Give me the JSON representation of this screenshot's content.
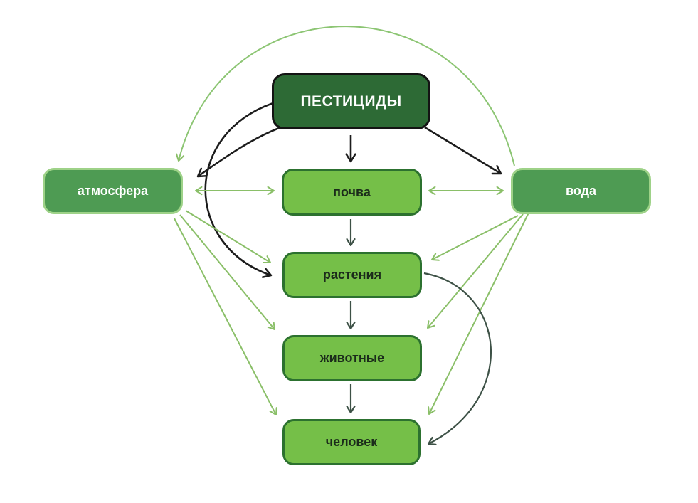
{
  "diagram": {
    "nodes": {
      "pesticides": {
        "label": "ПЕСТИЦИДЫ"
      },
      "atmosphere": {
        "label": "атмосфера"
      },
      "soil": {
        "label": "почва"
      },
      "water": {
        "label": "вода"
      },
      "plants": {
        "label": "растения"
      },
      "animals": {
        "label": "животные"
      },
      "human": {
        "label": "человек"
      }
    },
    "edges": [
      {
        "from": "pesticides",
        "to": "atmosphere",
        "style": "black"
      },
      {
        "from": "pesticides",
        "to": "soil",
        "style": "black"
      },
      {
        "from": "pesticides",
        "to": "water",
        "style": "black"
      },
      {
        "from": "pesticides",
        "to": "plants",
        "style": "black-curved"
      },
      {
        "from": "atmosphere",
        "to": "soil",
        "style": "green",
        "bidirectional": true
      },
      {
        "from": "soil",
        "to": "water",
        "style": "green",
        "bidirectional": true
      },
      {
        "from": "water",
        "to": "atmosphere",
        "style": "green-arc-over-top"
      },
      {
        "from": "atmosphere",
        "to": "plants",
        "style": "green"
      },
      {
        "from": "atmosphere",
        "to": "animals",
        "style": "green"
      },
      {
        "from": "atmosphere",
        "to": "human",
        "style": "green"
      },
      {
        "from": "water",
        "to": "plants",
        "style": "green"
      },
      {
        "from": "water",
        "to": "animals",
        "style": "green"
      },
      {
        "from": "water",
        "to": "human",
        "style": "green"
      },
      {
        "from": "soil",
        "to": "plants",
        "style": "dark"
      },
      {
        "from": "plants",
        "to": "animals",
        "style": "dark"
      },
      {
        "from": "animals",
        "to": "human",
        "style": "dark"
      },
      {
        "from": "plants",
        "to": "human",
        "style": "dark-curved"
      }
    ],
    "colors": {
      "dark_box_fill": "#2d6a35",
      "dark_box_border": "#141414",
      "medium_box_fill": "#4e9b53",
      "medium_box_border": "#9ed288",
      "light_box_fill": "#75bf48",
      "light_box_border": "#2c712f",
      "black_arrow": "#1c1c1c",
      "green_arrow": "#8abf68",
      "dark_arrow": "#3d5146",
      "background": "#ffffff"
    }
  }
}
